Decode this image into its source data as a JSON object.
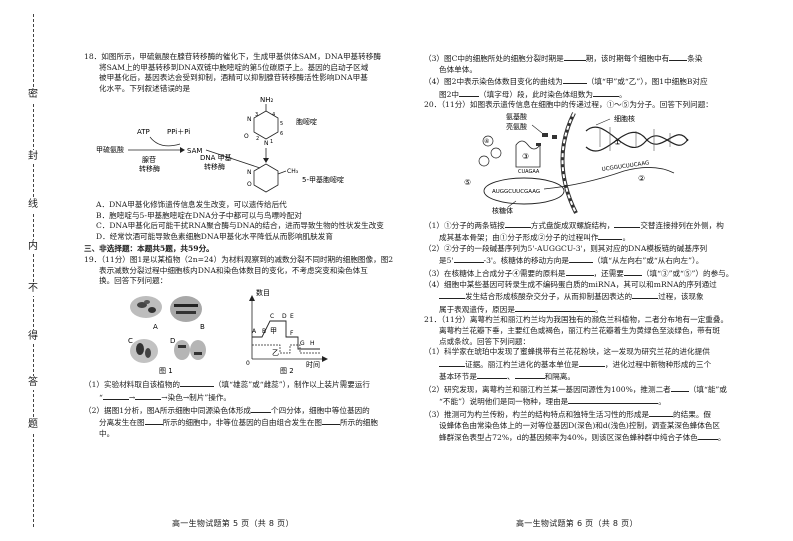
{
  "binding_chars": [
    "密",
    "封",
    "线",
    "内",
    "不",
    "得",
    "答",
    "题"
  ],
  "left": {
    "q18_lines": [
      "18．如图所示，甲硫氨酸在腺苷转移酶的催化下，生成甲基供体SAM，DNA甲基转移酶",
      "将SAM上的甲基转移到DNA双链中胞嘧啶的第5位碳原子上。基因的启动子区域",
      "被甲基化后，基因表达会受到抑制，酒精可以抑制腺苷转移酶活性影响DNA甲基",
      "化水平。下列叙述错误的是"
    ],
    "fig18": {
      "atp": "ATP",
      "ppi": "PPi＋Pi",
      "met": "甲硫氨酸",
      "sam": "SAM",
      "enzyme1_l1": "腺苷",
      "enzyme1_l2": "转移酶",
      "enzyme2_l1": "DNA 甲基",
      "enzyme2_l2": "转移酶",
      "cytosine": "胞嘧啶",
      "methylcytosine": "5-甲基胞嘧啶",
      "nh2": "NH₂",
      "ch3": "CH₃",
      "n": "N",
      "o": "O",
      "h": "H",
      "n1": "1",
      "n2": "2",
      "n3": "3",
      "n4": "4",
      "n5": "5",
      "n6": "6"
    },
    "q18_options": [
      "A．DNA甲基化修饰遗传信息发生改变，可以遗传给后代",
      "B．胞嘧啶与5-甲基胞嘧啶在DNA分子中都可以与鸟嘌呤配对",
      "C．DNA甲基化后可能干扰RNA聚合酶与DNA的结合，进而导致生物的性状发生改变",
      "D．经常饮酒可能导致色素细胞DNA甲基化水平降低从而影响肌肤发育"
    ],
    "section3": "三、非选择题：本题共5题，共59分。",
    "q19_lines": [
      "19．（11分）图1是以某植物（2n=24）为材料观察到的减数分裂不同时期的细胞图像，图2",
      "表示减数分裂过程中细胞核内DNA和染色体数目的变化，不考虑突变和染色体互",
      "换。回答下列问题："
    ],
    "fig19": {
      "cell_a": "A",
      "cell_b": "B",
      "cell_c": "C",
      "cell_d": "D",
      "fig1_caption": "图 1",
      "fig2_caption": "图 2",
      "y_label": "数目",
      "x_label": "时间",
      "zero": "0",
      "jia": "甲",
      "yi": "乙",
      "p_a": "A",
      "p_b": "B",
      "p_c": "C",
      "p_d": "D",
      "p_e": "E",
      "p_f": "F",
      "p_g": "G",
      "p_h": "H"
    },
    "q19_1a": "（1）实验材料取自该植物的",
    "q19_1b": "（填“雄蕊”或“雌蕊”），制作以上装片需要运行",
    "q19_1c": "→",
    "q19_1d": "→染色→制片”操作。",
    "q19_2a": "（2）据图1分析，图A所示细胞中同源染色体形成",
    "q19_2b": "个四分体，细胞中等位基因的",
    "q19_2c": "分离发生在图",
    "q19_2d": "所示的细胞中，非等位基因的自由组合发生在图",
    "q19_2e": "所示的细胞",
    "q19_2f": "中。",
    "footer": "高一生物试题第 5 页（共 8 页）"
  },
  "right": {
    "q19_3a": "（3）图C中的细胞所处的细胞分裂时期是",
    "q19_3b": "期，该时期每个细胞中有",
    "q19_3c": "条染",
    "q19_3d": "色体单体。",
    "q19_4a": "（4）图2中表示染色体数目变化的曲线为",
    "q19_4b": "（填“甲”或“乙”），图1中细胞B对应",
    "q19_4c": "图2中",
    "q19_4d": "（填字母）段，此时染色体组数为",
    "q19_4e": "。",
    "q20_line": "20．（11分）如图表示遗传信息在细胞中的传递过程，①～⑤为分子。回答下列问题：",
    "fig20": {
      "amino": "氨基酸",
      "phe": "亮氨酸",
      "nucleus": "细胞核",
      "ribosome": "核糖体",
      "c1": "①",
      "c2": "②",
      "c3": "③",
      "c4": "④",
      "c5": "⑤",
      "seq1": "AUGGCUUCGAAG",
      "seq2": "CUAGAA",
      "seq3": "UCGGUCUUCAAG"
    },
    "q20_1a": "（1）①分子的两条链按",
    "q20_1b": "方式盘旋成双螺旋结构，",
    "q20_1c": "交替连接排列在外侧，构",
    "q20_1d": "成其基本骨架；由①分子形成②分子的过程叫作",
    "q20_1e": "。",
    "q20_2a": "（2）②分子的一段碱基序列为5'-AUGGCU-3'，则其对应的DNA模板链的碱基序列",
    "q20_2b": "是5'",
    "q20_2c": "-3'。核糖体的移动方向是",
    "q20_2d": "（填“从左向右”或“从右向左”）。",
    "q20_3a": "（3）在核糖体上合成分子④需要的原料是",
    "q20_3b": "，还需要",
    "q20_3c": "（填“③”或“⑤”）的参与。",
    "q20_4a": "（4）细胞中某些基因可转录生成不编码蛋白质的miRNA，其可以和mRNA的序列通过",
    "q20_4b": "发生结合形成核酸杂交分子，从而抑制基因表达的",
    "q20_4c": "过程，该现象",
    "q20_4d": "属于表观遗传，原因是",
    "q20_4e": "。",
    "q21_lines": [
      "21．（11分）离萼杓兰和丽江杓兰均为我国独有的濒危兰科植物，二者分布地有一定重叠。",
      "离萼杓兰花瓣下垂，主要红色或褐色，丽江杓兰花瓣着生为黄绿色至淡绿色，带有斑",
      "点或条纹。回答下列问题："
    ],
    "q21_1a": "（1）科学家在琥珀中发现了蜜蜂携带有兰花花粉块，这一发现为研究兰花的进化提供",
    "q21_1b": "证据。丽江杓兰进化的基本单位是",
    "q21_1c": "，进化过程中新物种形成的三个",
    "q21_1d": "基本环节是",
    "q21_1e": "、",
    "q21_1f": "和隔离。",
    "q21_2a": "（2）研究发现，离萼杓兰和丽江杓兰某一基因同源性为100%，推测二者",
    "q21_2b": "（填“能”或",
    "q21_2c": "“不能”）说明他们是同一物种，理由是",
    "q21_2d": "。",
    "q21_3a": "（3）推测可为杓兰传粉，杓兰的结构特点和独特生活习性的形成是",
    "q21_3b": "的结果。假",
    "q21_3c": "设蜂体色由常染色体上的一对等位基因D(深色)和d(浅色)控制，调查某深色蜂体色区",
    "q21_3d": "蜂群深色表型占72%，d的基因频率为40%，则该区深色蜂种群中纯合子体色",
    "q21_3e": "。",
    "footer": "高一生物试题第 6 页（共 8 页）"
  }
}
